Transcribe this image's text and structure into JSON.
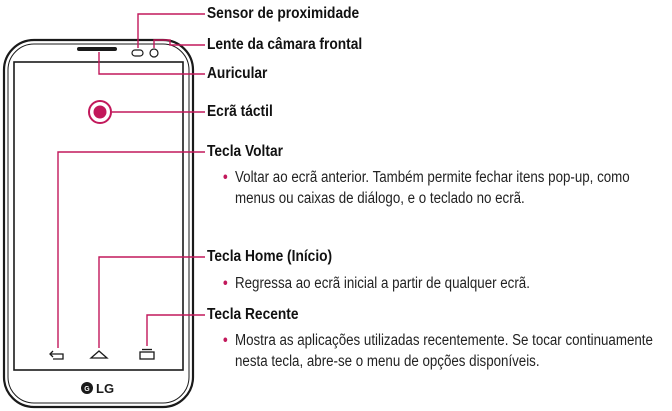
{
  "brand": "LG",
  "accent_color": "#c2185b",
  "device_color": "#1a1a1a",
  "callouts": [
    {
      "label": "Sensor de proximidade"
    },
    {
      "label": "Lente da câmara frontal"
    },
    {
      "label": "Auricular"
    },
    {
      "label": "Ecrã táctil"
    },
    {
      "label": "Tecla Voltar",
      "description": "Voltar ao ecrã anterior. Também permite fechar itens pop-up, como menus ou caixas de diálogo, e o teclado no ecrã."
    },
    {
      "label": "Tecla Home (Início)",
      "description": "Regressa ao ecrã inicial a partir de qualquer ecrã."
    },
    {
      "label": "Tecla Recente",
      "description": "Mostra as aplicações utilizadas recentemente. Se tocar continuamente nesta tecla, abre-se o menu de opções disponíveis."
    }
  ],
  "icons": [
    "back-key-icon",
    "home-key-icon",
    "recent-apps-key-icon",
    "touch-point-icon",
    "lg-logo-icon"
  ]
}
